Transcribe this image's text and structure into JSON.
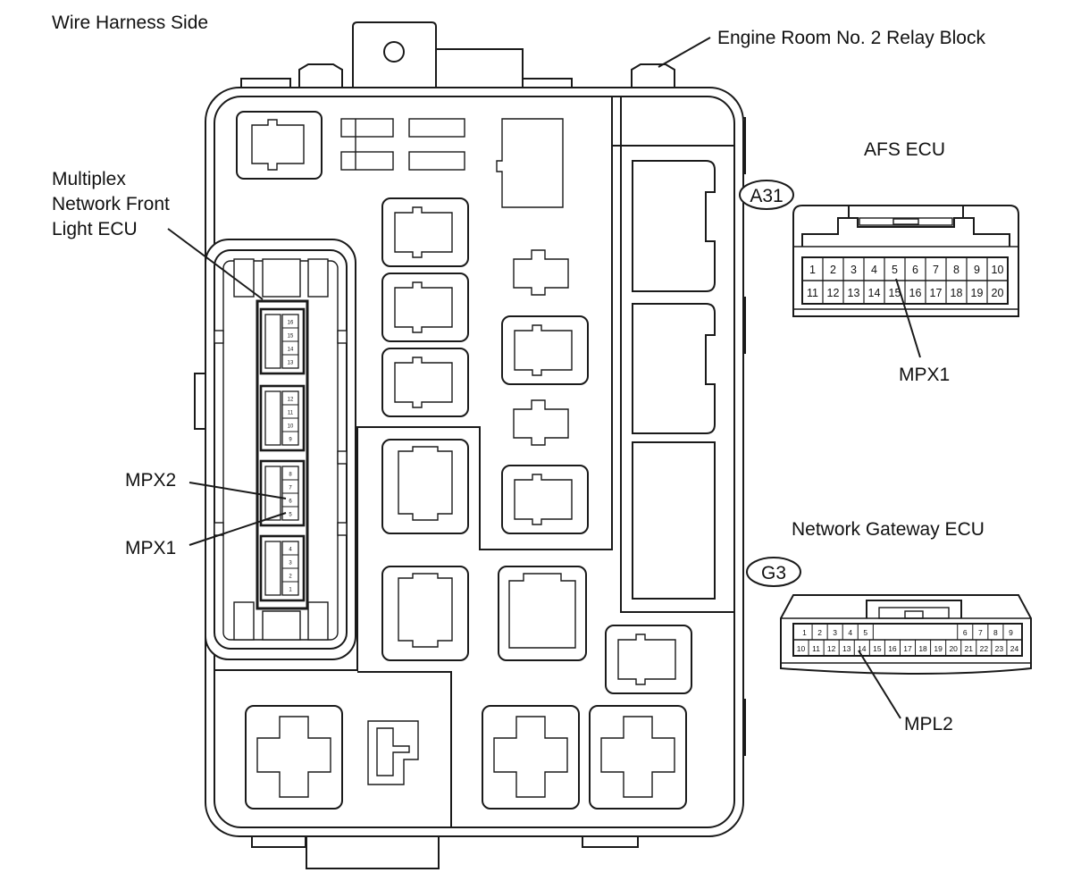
{
  "labels": {
    "wire_harness_side": "Wire Harness Side",
    "relay_block": "Engine Room No. 2 Relay Block",
    "afs_ecu": "AFS ECU",
    "gateway_ecu": "Network Gateway ECU",
    "front_light_ecu_line1": "Multiplex",
    "front_light_ecu_line2": "Network Front",
    "front_light_ecu_line3": "Light ECU",
    "mpx2_left": "MPX2",
    "mpx1_left": "MPX1",
    "mpx1_right": "MPX1",
    "mpl2": "MPL2"
  },
  "connectors": {
    "a31": {
      "code": "A31",
      "row1": [
        "1",
        "2",
        "3",
        "4",
        "5",
        "6",
        "7",
        "8",
        "9",
        "10"
      ],
      "row2": [
        "11",
        "12",
        "13",
        "14",
        "15",
        "16",
        "17",
        "18",
        "19",
        "20"
      ]
    },
    "g3": {
      "code": "G3",
      "row1_left": [
        "1",
        "2",
        "3",
        "4",
        "5"
      ],
      "row1_right": [
        "6",
        "7",
        "8",
        "9"
      ],
      "row2": [
        "10",
        "11",
        "12",
        "13",
        "14",
        "15",
        "16",
        "17",
        "18",
        "19",
        "20",
        "21",
        "22",
        "23",
        "24"
      ]
    },
    "front_light": {
      "groups": [
        [
          "16",
          "15",
          "14",
          "13"
        ],
        [
          "12",
          "11",
          "10",
          "9"
        ],
        [
          "8",
          "7",
          "6",
          "5"
        ],
        [
          "4",
          "3",
          "2",
          "1"
        ]
      ]
    }
  }
}
